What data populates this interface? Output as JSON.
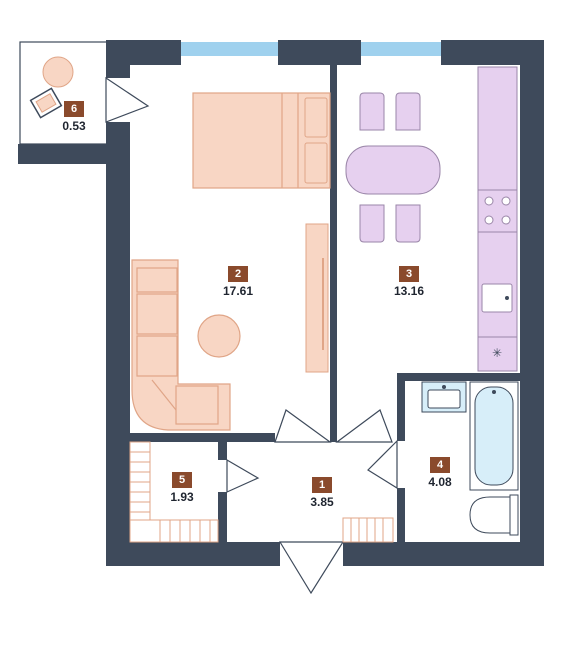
{
  "colors": {
    "wall": "#3e4a5b",
    "window": "#9fd1ee",
    "floor": "#ffffff",
    "furniture_peach": "#f8d6c4",
    "furniture_stroke": "#e0a587",
    "kitchen_lilac": "#e6d0ef",
    "kitchen_stroke": "#9a86a8",
    "bath_blue": "#d7eef9",
    "label_bg": "#8a4a2c",
    "label_text": "#ffffff",
    "area_text": "#1f2530"
  },
  "rooms": [
    {
      "id": "1",
      "area": "3.85"
    },
    {
      "id": "2",
      "area": "17.61"
    },
    {
      "id": "3",
      "area": "13.16"
    },
    {
      "id": "4",
      "area": "4.08"
    },
    {
      "id": "5",
      "area": "1.93"
    },
    {
      "id": "6",
      "area": "0.53"
    }
  ]
}
